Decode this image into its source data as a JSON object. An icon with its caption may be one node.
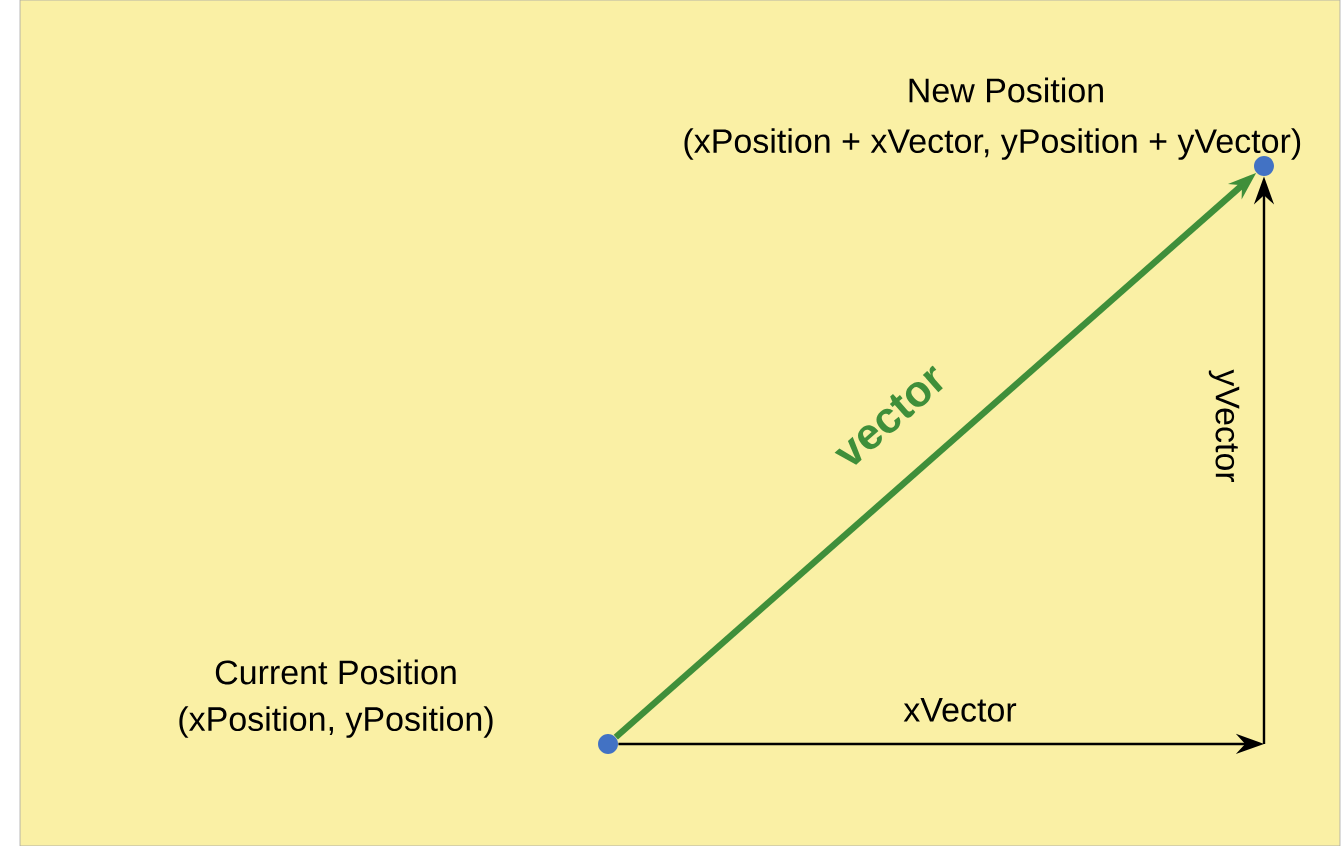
{
  "diagram": {
    "nodes": [
      {
        "text": [],
        "shape": "circle",
        "beside": [
          "Current Position",
          "(xPosition, yPosition)"
        ]
      },
      {
        "text": [],
        "shape": "circle",
        "beside": [
          "New Position",
          "(xPosition + xVector, yPosition + yVector)"
        ]
      }
    ],
    "edges": [
      {
        "from": 0,
        "to": 1,
        "arrow": "to",
        "label": "vector",
        "style": "thick",
        "color": "#3f8f3a"
      },
      {
        "from": 0,
        "to": null,
        "arrow": "to",
        "label": "xVector"
      },
      {
        "from": null,
        "to": 1,
        "arrow": "to",
        "label": "yVector"
      }
    ]
  }
}
